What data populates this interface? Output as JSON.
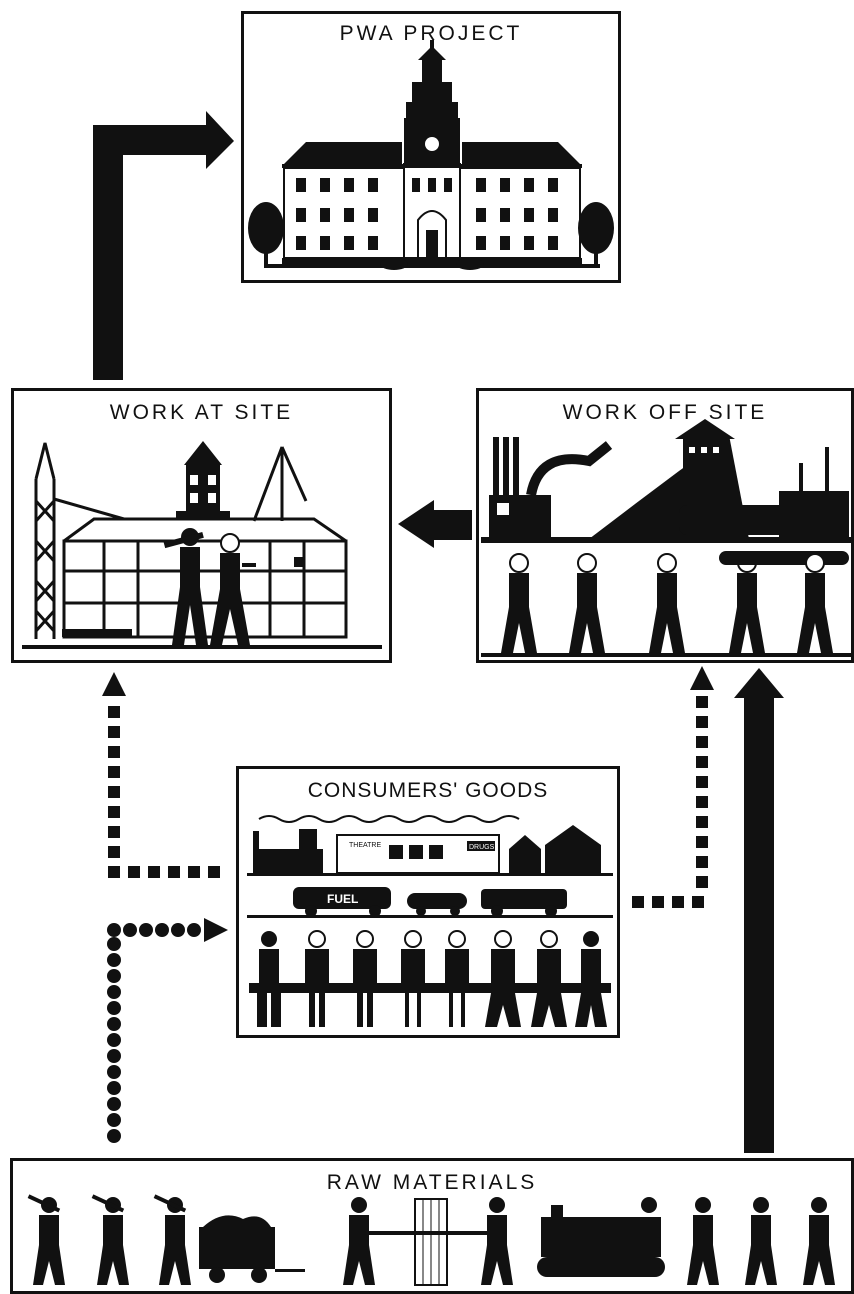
{
  "panels": {
    "pwa_project": {
      "title": "PWA PROJECT"
    },
    "work_at_site": {
      "title": "WORK AT SITE"
    },
    "work_off_site": {
      "title": "WORK OFF SITE",
      "truck_label": ""
    },
    "consumers_goods": {
      "title": "CONSUMERS' GOODS",
      "shop_signs": [
        "THEATRE",
        "DRUGS"
      ],
      "truck_label": "FUEL"
    },
    "raw_materials": {
      "title": "RAW MATERIALS"
    }
  },
  "colors": {
    "ink": "#111111",
    "paper": "#ffffff"
  }
}
